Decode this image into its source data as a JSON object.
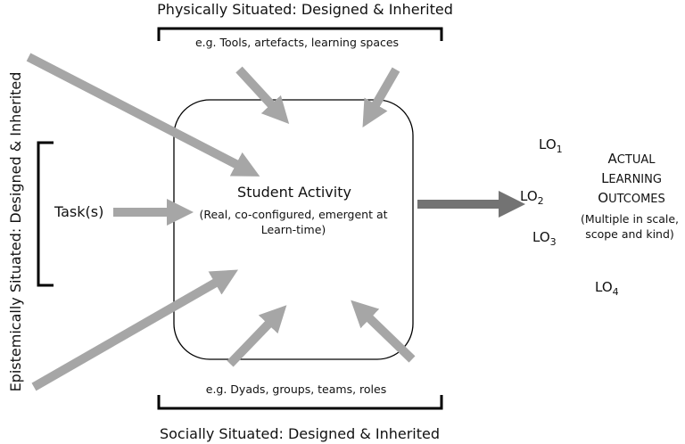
{
  "labels": {
    "physical_title": "Physically Situated: Designed & Inherited",
    "physical_examples": "e.g. Tools, artefacts, learning spaces",
    "epistemic_title": "Epistemically Situated: Designed & Inherited",
    "task": "Task(s)",
    "activity_title": "Student Activity",
    "activity_sub": "(Real, co-configured, emergent at Learn-time)",
    "social_examples": "e.g. Dyads, groups, teams, roles",
    "social_title": "Socially Situated: Designed & Inherited",
    "lo_prefix": "LO",
    "lo1": "1",
    "lo2": "2",
    "lo3": "3",
    "lo4": "4",
    "outcomes_line1_cap": "A",
    "outcomes_line1_rest": "CTUAL",
    "outcomes_line2_cap": "L",
    "outcomes_line2_rest": "EARNING",
    "outcomes_line3_cap": "O",
    "outcomes_line3_rest": "UTCOMES",
    "outcomes_sub": "(Multiple in scale, scope and kind)"
  },
  "colors": {
    "light_arrow": "#a6a6a6",
    "dark_arrow": "#737373",
    "line": "#000000"
  }
}
